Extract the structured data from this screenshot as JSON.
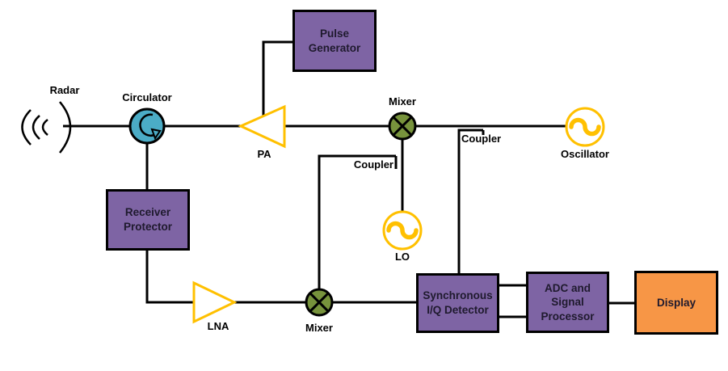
{
  "diagram_type": "radar-system-block-diagram",
  "colors": {
    "box_purple": "#7E64A4",
    "box_orange": "#F79646",
    "circulator_teal": "#4BACC6",
    "mixer_olive": "#77933C",
    "amp_source_gold": "#FFC000",
    "wire_black": "#000000",
    "box_text": "#1F1A2E",
    "label_text": "#000000"
  },
  "nodes": {
    "radar": {
      "label": "Radar",
      "icon": "antenna-icon"
    },
    "circulator": {
      "label": "Circulator",
      "icon": "circulator-icon"
    },
    "pulse_generator": {
      "label": "Pulse\nGenerator",
      "shape": "box"
    },
    "pa": {
      "label": "PA",
      "icon": "amplifier-triangle-icon"
    },
    "tx_mixer": {
      "label": "Mixer",
      "icon": "mixer-icon"
    },
    "tx_coupler": {
      "label": "Coupler",
      "icon": "coupler-tap"
    },
    "oscillator": {
      "label": "Oscillator",
      "icon": "sine-source-icon"
    },
    "lo_coupler": {
      "label": "Coupler",
      "icon": "coupler-tap"
    },
    "lo": {
      "label": "LO",
      "icon": "sine-source-icon"
    },
    "receiver_protector": {
      "label": "Receiver\nProtector",
      "shape": "box"
    },
    "lna": {
      "label": "LNA",
      "icon": "amplifier-triangle-icon"
    },
    "rx_mixer": {
      "label": "Mixer",
      "icon": "mixer-icon"
    },
    "iq_detector": {
      "label": "Synchronous\nI/Q Detector",
      "shape": "box"
    },
    "adc_processor": {
      "label": "ADC and\nSignal\nProcessor",
      "shape": "box"
    },
    "display": {
      "label": "Display",
      "shape": "box"
    }
  }
}
